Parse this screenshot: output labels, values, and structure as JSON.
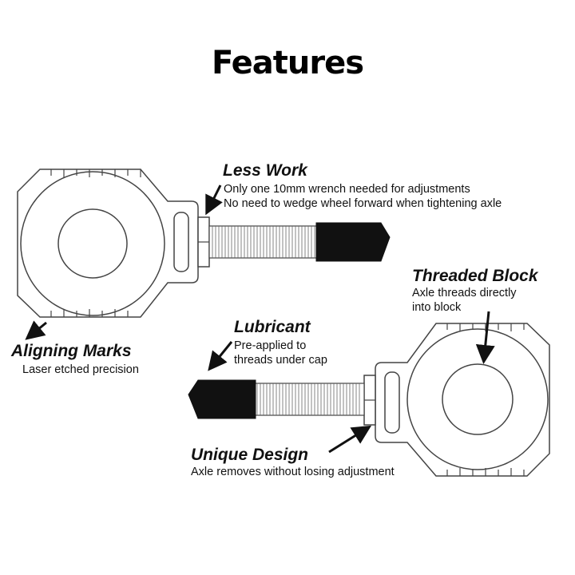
{
  "title": "Features",
  "callouts": {
    "less_work": {
      "heading": "Less Work",
      "lines": [
        "Only one 10mm wrench needed for adjustments",
        "No need to wedge wheel forward when tightening axle"
      ]
    },
    "threaded_block": {
      "heading": "Threaded Block",
      "lines": [
        "Axle threads directly",
        "into block"
      ]
    },
    "lubricant": {
      "heading": "Lubricant",
      "lines": [
        "Pre-applied to",
        "threads under cap"
      ]
    },
    "aligning_marks": {
      "heading": "Aligning Marks",
      "lines": [
        "Laser etched precision"
      ]
    },
    "unique_design": {
      "heading": "Unique Design",
      "lines": [
        "Axle removes without losing adjustment"
      ]
    }
  },
  "colors": {
    "outline": "#444444",
    "block_fill": "#ffffff",
    "cap_fill": "#111111",
    "arrow": "#111111"
  }
}
